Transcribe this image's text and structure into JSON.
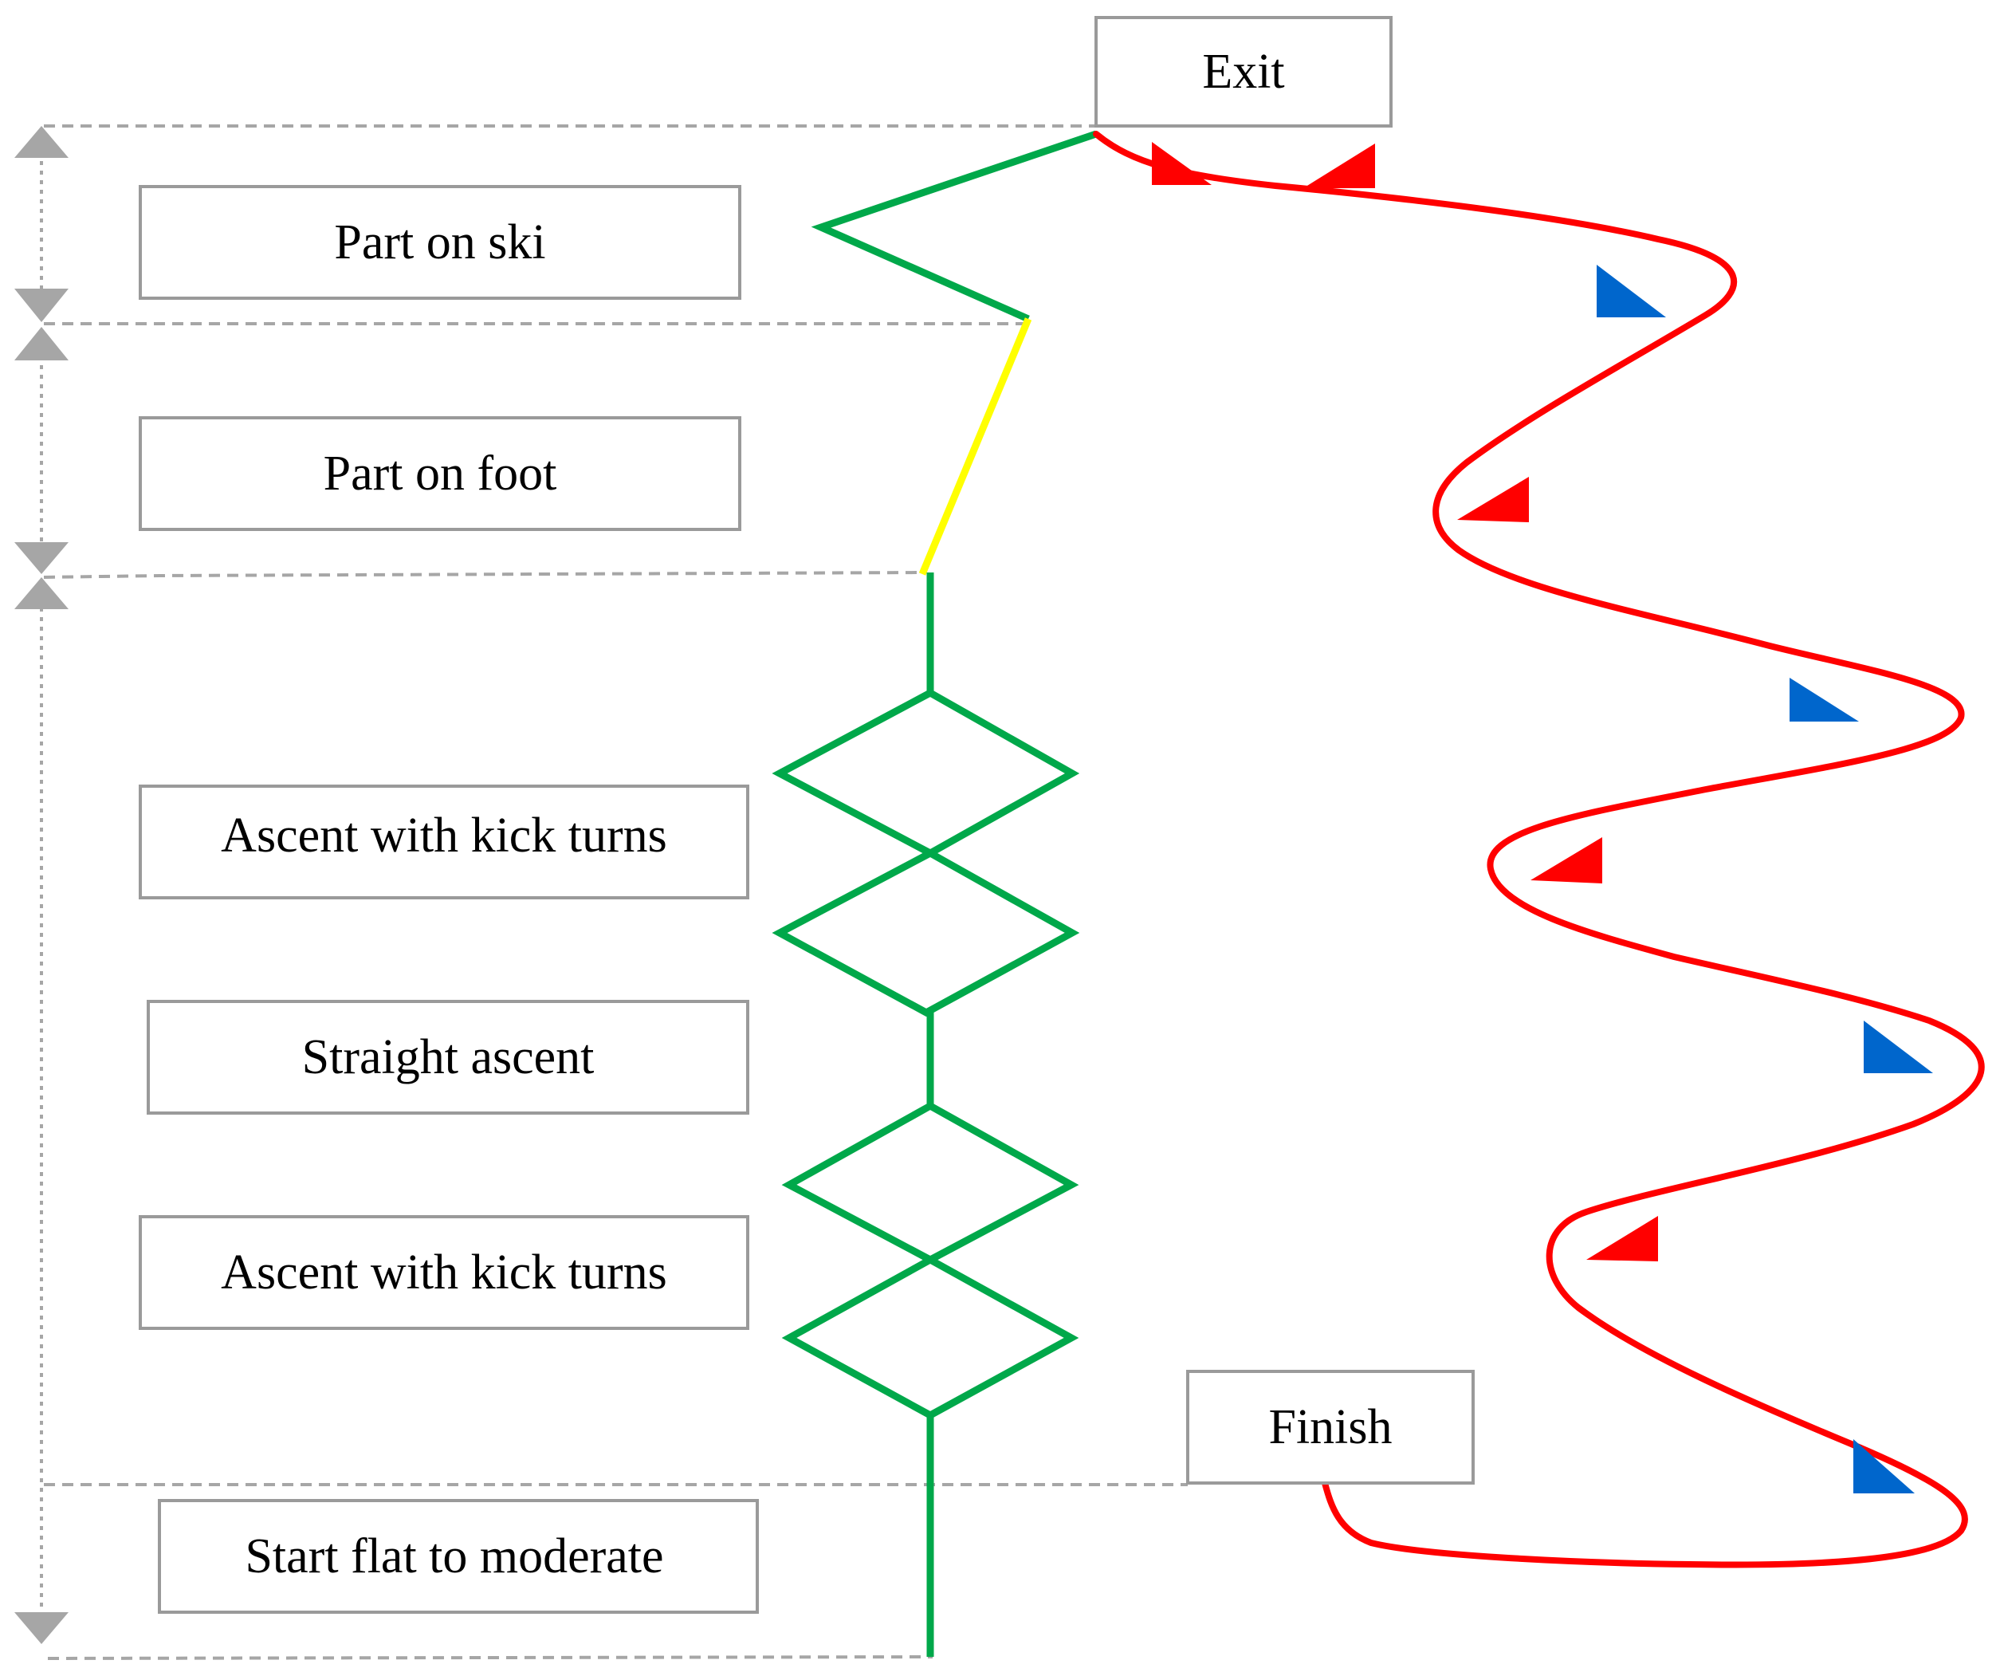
{
  "labels": {
    "exit": "Exit",
    "finish": "Finish",
    "part_on_ski": "Part on ski",
    "part_on_foot": "Part on foot",
    "ascent_kick_turns_1": "Ascent with kick turns",
    "straight_ascent": "Straight ascent",
    "ascent_kick_turns_2": "Ascent with kick turns",
    "start_flat": "Start flat to moderate"
  },
  "colors": {
    "ski_route": "#00a84a",
    "foot_route": "#ffff00",
    "descent_route": "#ff0000",
    "descent_marker": "#ff0000",
    "direction_marker": "#0066cc",
    "guide": "#a6a6a6",
    "box_border": "#9a9a9a"
  }
}
